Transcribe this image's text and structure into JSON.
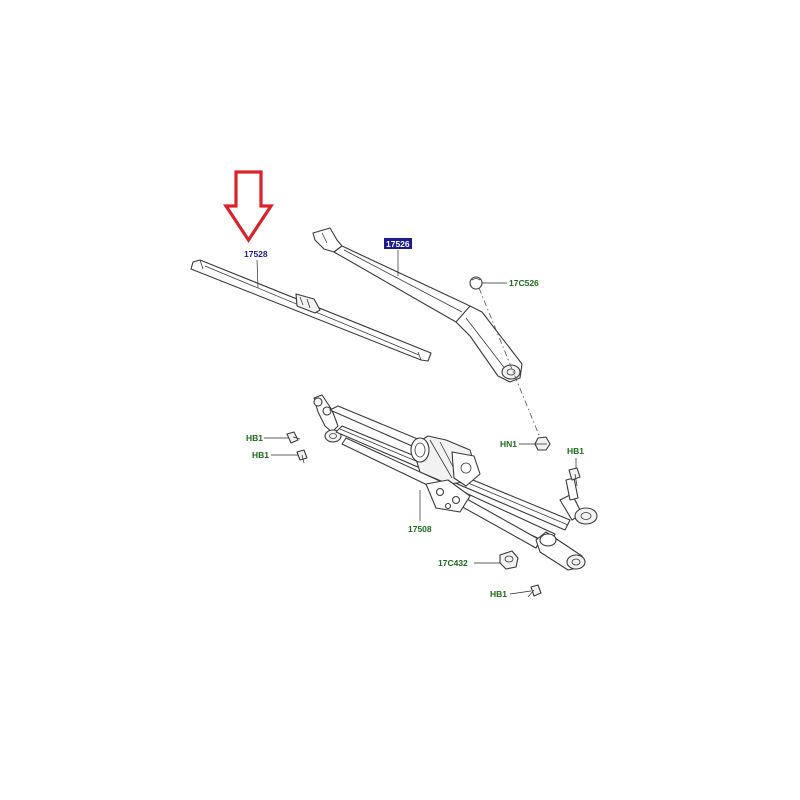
{
  "callouts": {
    "blade": "17528",
    "arm": "17526",
    "cap": "17C526",
    "nut_hn1": "HN1",
    "bolt_upper_left": "HB1",
    "bolt_lower_left": "HB1",
    "bolt_right": "HB1",
    "linkage": "17508",
    "grommet": "17C432",
    "bolt_bottom": "HB1"
  },
  "colors": {
    "arrow": "#d9232a",
    "part_number": "#1c1c8c",
    "fastener_number": "#1e6b1e",
    "highlight_box": "#1c1c8c"
  },
  "icons": {
    "indicator": "down-arrow-icon"
  }
}
